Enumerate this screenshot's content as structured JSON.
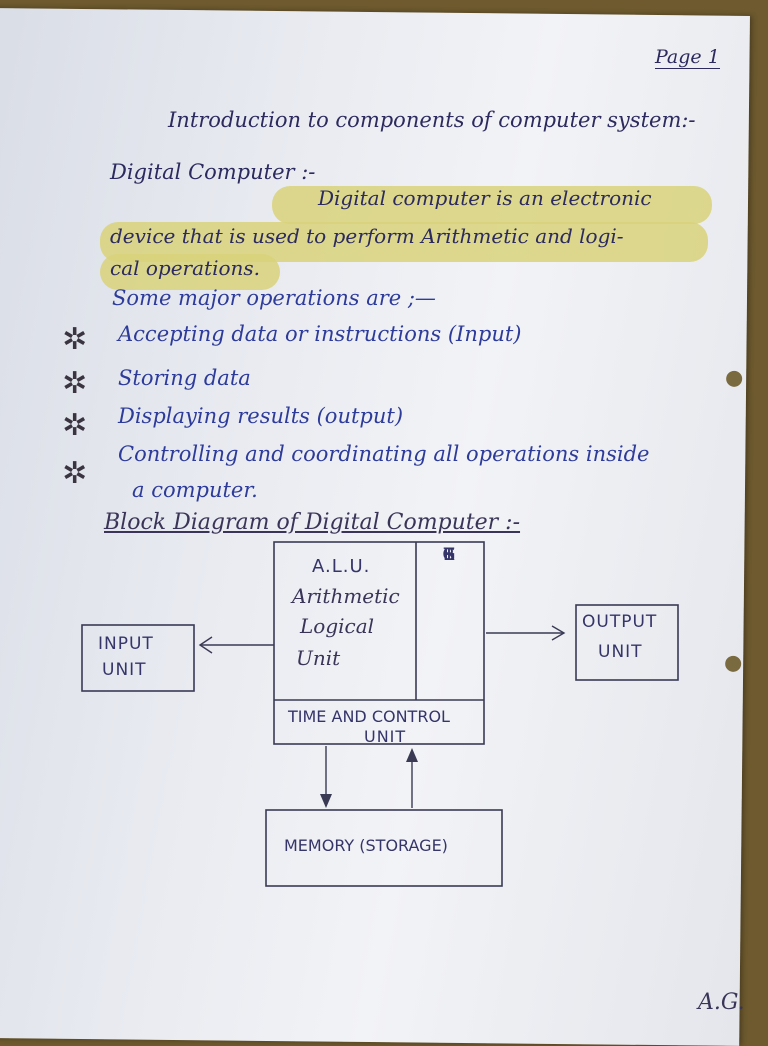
{
  "page_label": "Page 1",
  "title": "Introduction to components of computer system:-",
  "heading_digital": "Digital Computer :-",
  "definition_line1": "Digital computer is an electronic",
  "definition_line2": "device that is used to perform Arithmetic and logi-",
  "definition_line3": "cal operations.",
  "ops_intro": "Some major operations are ;—",
  "ops": [
    "Accepting data or instructions (Input)",
    "Storing data",
    "Displaying results (output)",
    "Controlling and coordinating all operations inside",
    "a computer."
  ],
  "diagram_title": "Block Diagram of Digital Computer :-",
  "diagram": {
    "alu_abbr": "A.L.U.",
    "alu_line1": "Arithmetic",
    "alu_line2": "Logical",
    "alu_line3": "Unit",
    "register_letters": [
      "R",
      "E",
      "G",
      "I",
      "S",
      "T",
      "E",
      "R"
    ],
    "control_line1": "TIME AND CONTROL",
    "control_line2": "UNIT",
    "input_line1": "INPUT",
    "input_line2": "UNIT",
    "output_line1": "OUTPUT",
    "output_line2": "UNIT",
    "memory": "MEMORY (STORAGE)"
  },
  "signature": "A.G."
}
